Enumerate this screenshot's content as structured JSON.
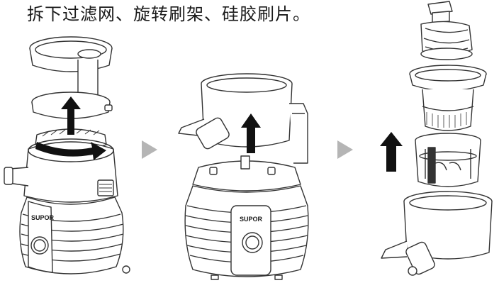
{
  "instruction": "拆下过滤网、旋转刷架、硅胶刷片。",
  "brand_label": "SUPOR",
  "colors": {
    "ink": "#1a1a1a",
    "outline": "#333333",
    "step_arrow": "#b5b5b5",
    "action_arrow": "#111111",
    "body_fill": "#ffffff"
  },
  "figures": [
    {
      "name": "juicer-with-lid-removed",
      "action": "lift lid and rotate strainer"
    },
    {
      "name": "juicer-bowl-lift",
      "action": "lift bowl assembly"
    },
    {
      "name": "exploded-parts",
      "action": "separate filter, rotating brush holder, silicone brushes"
    }
  ]
}
